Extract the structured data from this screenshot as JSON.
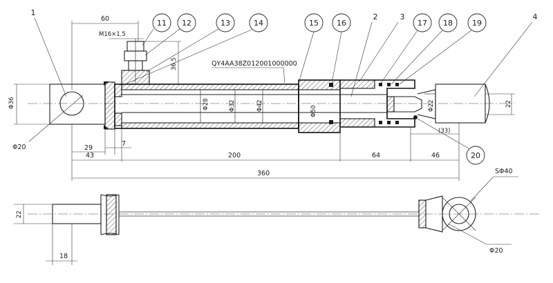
{
  "part_number": "QY4AA38Z012001000000",
  "thread_label": "M16×1.5",
  "callouts": [
    "1",
    "11",
    "12",
    "13",
    "14",
    "15",
    "16",
    "2",
    "3",
    "17",
    "18",
    "19",
    "4",
    "20"
  ],
  "dimensions": {
    "d60": "60",
    "d36_5": "36.5",
    "phi36": "Φ36",
    "phi20_left": "Φ20",
    "phi28": "Φ28",
    "phi32": "Φ32",
    "phi42": "Φ42",
    "phi50": "Φ50",
    "phi22": "Φ22",
    "d22_right": "22",
    "d29": "29",
    "d7": "7",
    "d43": "43",
    "d200": "200",
    "d64": "64",
    "d46": "46",
    "d33": "(33)",
    "d360": "360",
    "d22_bottom": "22",
    "d18": "18",
    "sphi40": "SΦ40",
    "phi20_bottom": "Φ20"
  }
}
